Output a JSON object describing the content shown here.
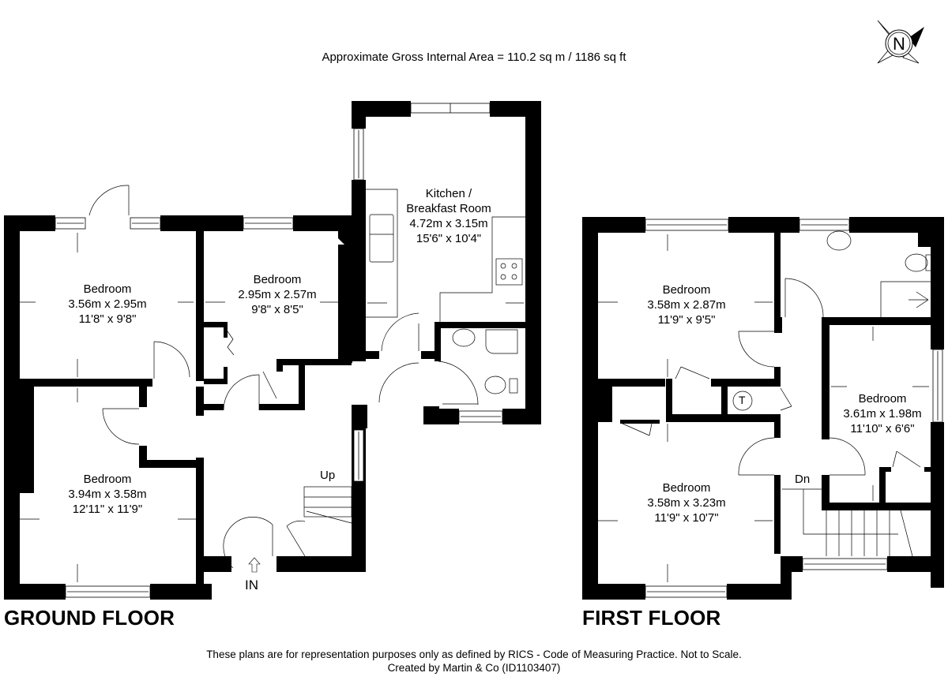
{
  "header": {
    "area_text": "Approximate Gross Internal Area = 110.2 sq m / 1186 sq ft",
    "compass_label": "N",
    "compass_icon": "north-compass-icon"
  },
  "ground_floor": {
    "label": "GROUND FLOOR",
    "rooms": [
      {
        "name": "Bedroom",
        "metric": "3.56m x 2.95m",
        "imperial": "11'8\" x 9'8\""
      },
      {
        "name": "Bedroom",
        "metric": "2.95m x 2.57m",
        "imperial": "9'8\" x 8'5\""
      },
      {
        "name": "Kitchen /",
        "name2": "Breakfast Room",
        "metric": "4.72m x 3.15m",
        "imperial": "15'6\" x 10'4\""
      },
      {
        "name": "Bedroom",
        "metric": "3.94m x 3.58m",
        "imperial": "12'11\" x 11'9\""
      }
    ],
    "stairs_label": "Up",
    "entrance_label": "IN"
  },
  "first_floor": {
    "label": "FIRST FLOOR",
    "rooms": [
      {
        "name": "Bedroom",
        "metric": "3.58m x 2.87m",
        "imperial": "11'9\" x 9'5\""
      },
      {
        "name": "Bedroom",
        "metric": "3.61m x 1.98m",
        "imperial": "11'10\" x 6'6\""
      },
      {
        "name": "Bedroom",
        "metric": "3.58m x 3.23m",
        "imperial": "11'9\" x 10'7\""
      }
    ],
    "stairs_label": "Dn",
    "tank_label": "T"
  },
  "footer": {
    "disclaimer": "These plans are for representation purposes only as defined by RICS - Code of Measuring Practice. Not to Scale.",
    "credit": "Created by Martin & Co (ID1103407)"
  }
}
